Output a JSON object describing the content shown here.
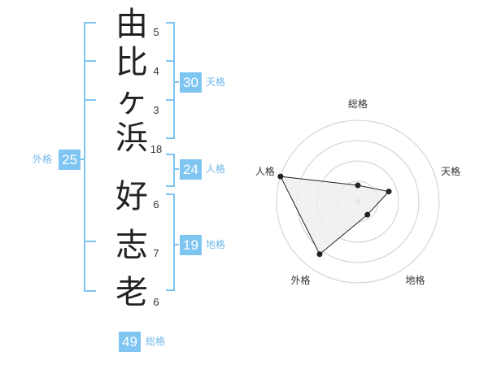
{
  "name": {
    "characters": [
      "由",
      "比",
      "ヶ",
      "浜",
      "好",
      "志",
      "老"
    ],
    "strokes": [
      "5",
      "4",
      "3",
      "18",
      "6",
      "7",
      "6"
    ]
  },
  "kakusu": {
    "tenkaku": {
      "value": "30",
      "label": "天格"
    },
    "jinkaku": {
      "value": "24",
      "label": "人格"
    },
    "chikaku": {
      "value": "19",
      "label": "地格"
    },
    "gaikaku": {
      "value": "25",
      "label": "外格"
    },
    "soukaku": {
      "value": "49",
      "label": "総格"
    }
  },
  "chart_data": {
    "type": "radar",
    "axes": [
      "総格",
      "天格",
      "地格",
      "外格",
      "人格"
    ],
    "levels": 4,
    "values": [
      1,
      2,
      1,
      4,
      5
    ],
    "max": 5,
    "colors": {
      "grid": "#cfcfcf",
      "fill": "#eeeeee",
      "line": "#222222",
      "bracket": "#7fc5f2"
    }
  }
}
